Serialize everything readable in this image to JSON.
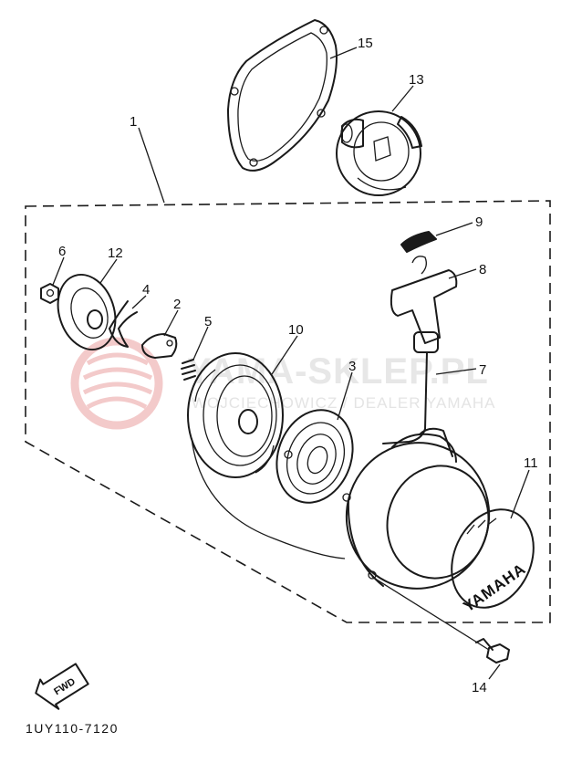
{
  "watermark": {
    "brand": "YAMA-SKLEP.PL",
    "subtitle": "WOJCIECHOWICZ / DEALER YAMAHA"
  },
  "callouts": [
    {
      "id": "1",
      "label": "1"
    },
    {
      "id": "2",
      "label": "2"
    },
    {
      "id": "3",
      "label": "3"
    },
    {
      "id": "4",
      "label": "4"
    },
    {
      "id": "5",
      "label": "5"
    },
    {
      "id": "6",
      "label": "6"
    },
    {
      "id": "7",
      "label": "7"
    },
    {
      "id": "8",
      "label": "8"
    },
    {
      "id": "9",
      "label": "9"
    },
    {
      "id": "10",
      "label": "10"
    },
    {
      "id": "11",
      "label": "11"
    },
    {
      "id": "12",
      "label": "12"
    },
    {
      "id": "13",
      "label": "13"
    },
    {
      "id": "14",
      "label": "14"
    },
    {
      "id": "15",
      "label": "15"
    }
  ],
  "badge_text": "YAMAHA",
  "fwd_label": "FWD",
  "diagram_code": "1UY110-7120",
  "colors": {
    "ink": "#1a1a1a",
    "watermark_red": "#f2c7c7",
    "watermark_gray": "#e7e7e7"
  }
}
